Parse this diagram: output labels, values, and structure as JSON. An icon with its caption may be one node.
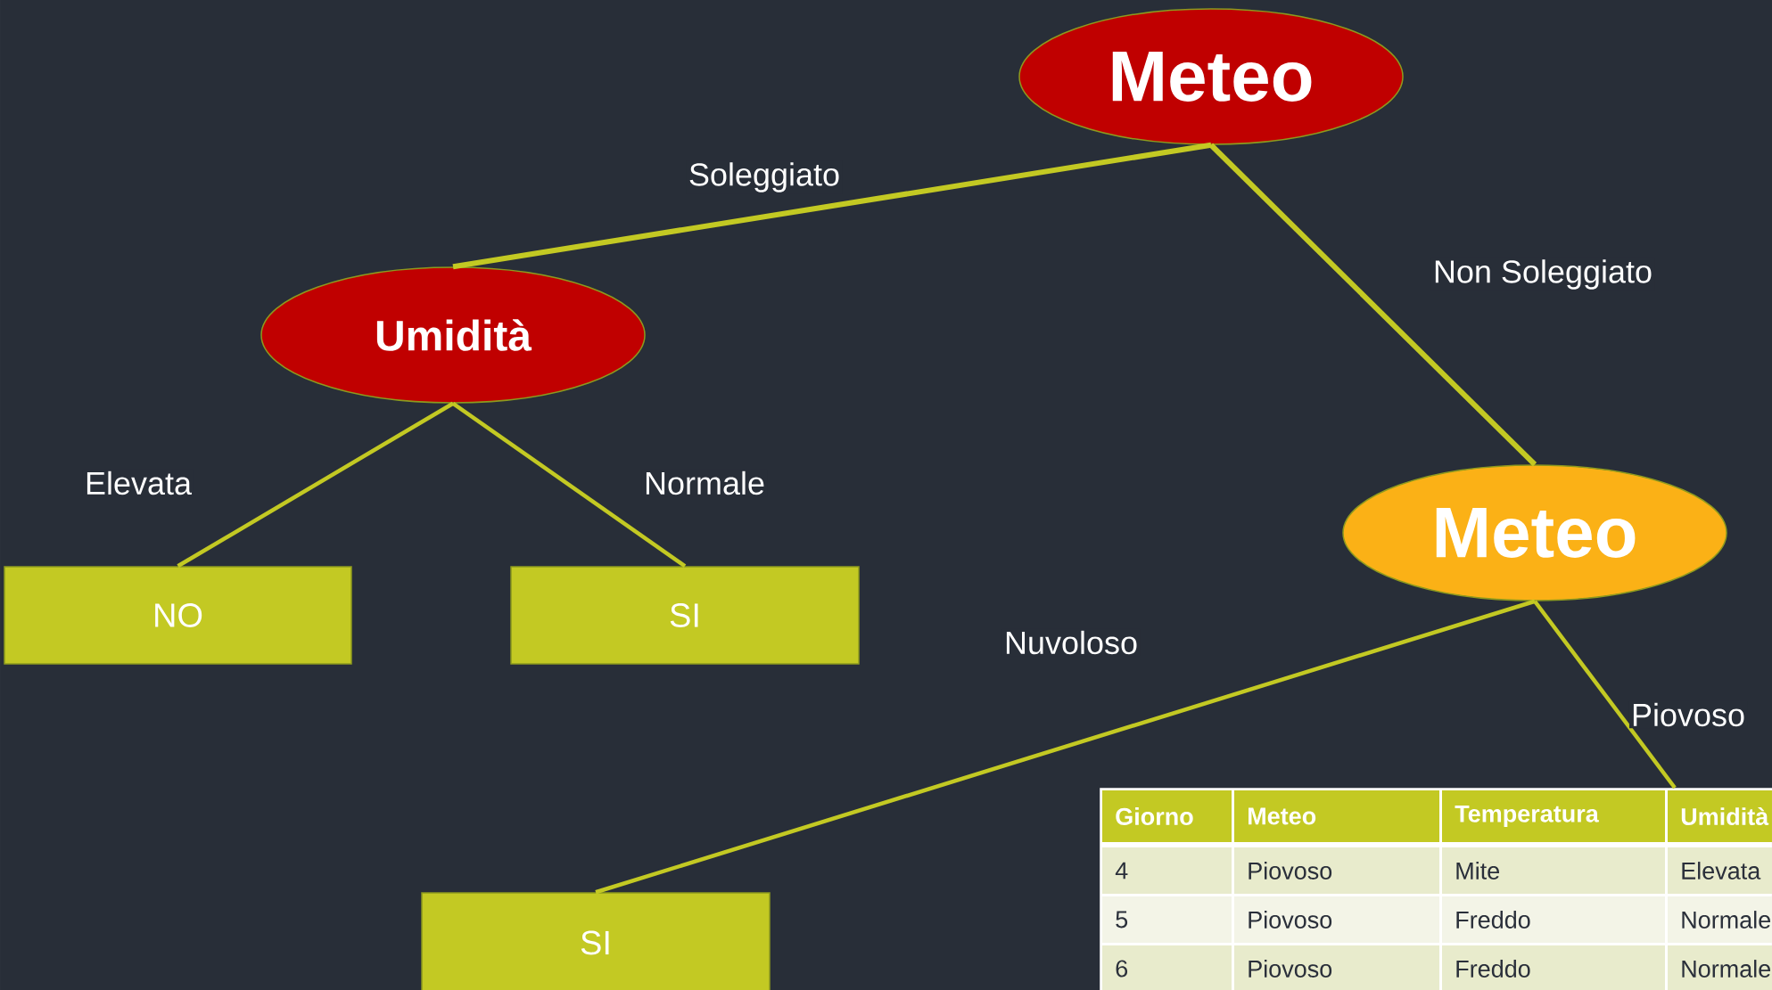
{
  "diagram": {
    "nodes": [
      {
        "text": [
          "Meteo"
        ]
      },
      {
        "text": [
          "Umidità"
        ]
      },
      {
        "text": [
          "Meteo"
        ]
      },
      {
        "text": [
          "NO"
        ]
      },
      {
        "text": [
          "SI"
        ]
      },
      {
        "text": [
          "SI"
        ]
      },
      {
        "text": [
          "Giorno",
          "Meteo",
          "Temperatura",
          "Umidità",
          "4",
          "Piovoso",
          "Mite",
          "Elevata",
          "5",
          "Piovoso",
          "Freddo",
          "Normale",
          "6",
          "Piovoso",
          "Freddo",
          "Normale"
        ]
      }
    ],
    "edges": [
      {
        "from": 0,
        "to": 1,
        "arrow": "none",
        "label": "Soleggiato"
      },
      {
        "from": 0,
        "to": 2,
        "arrow": "none",
        "label": "Non Soleggiato"
      },
      {
        "from": 1,
        "to": 3,
        "arrow": "none",
        "label": "Elevata"
      },
      {
        "from": 1,
        "to": 4,
        "arrow": "none",
        "label": "Normale"
      },
      {
        "from": 2,
        "to": 5,
        "arrow": "none",
        "label": "Nuvoloso"
      },
      {
        "from": 2,
        "to": 6,
        "arrow": "none",
        "label": "Piovoso"
      }
    ]
  }
}
